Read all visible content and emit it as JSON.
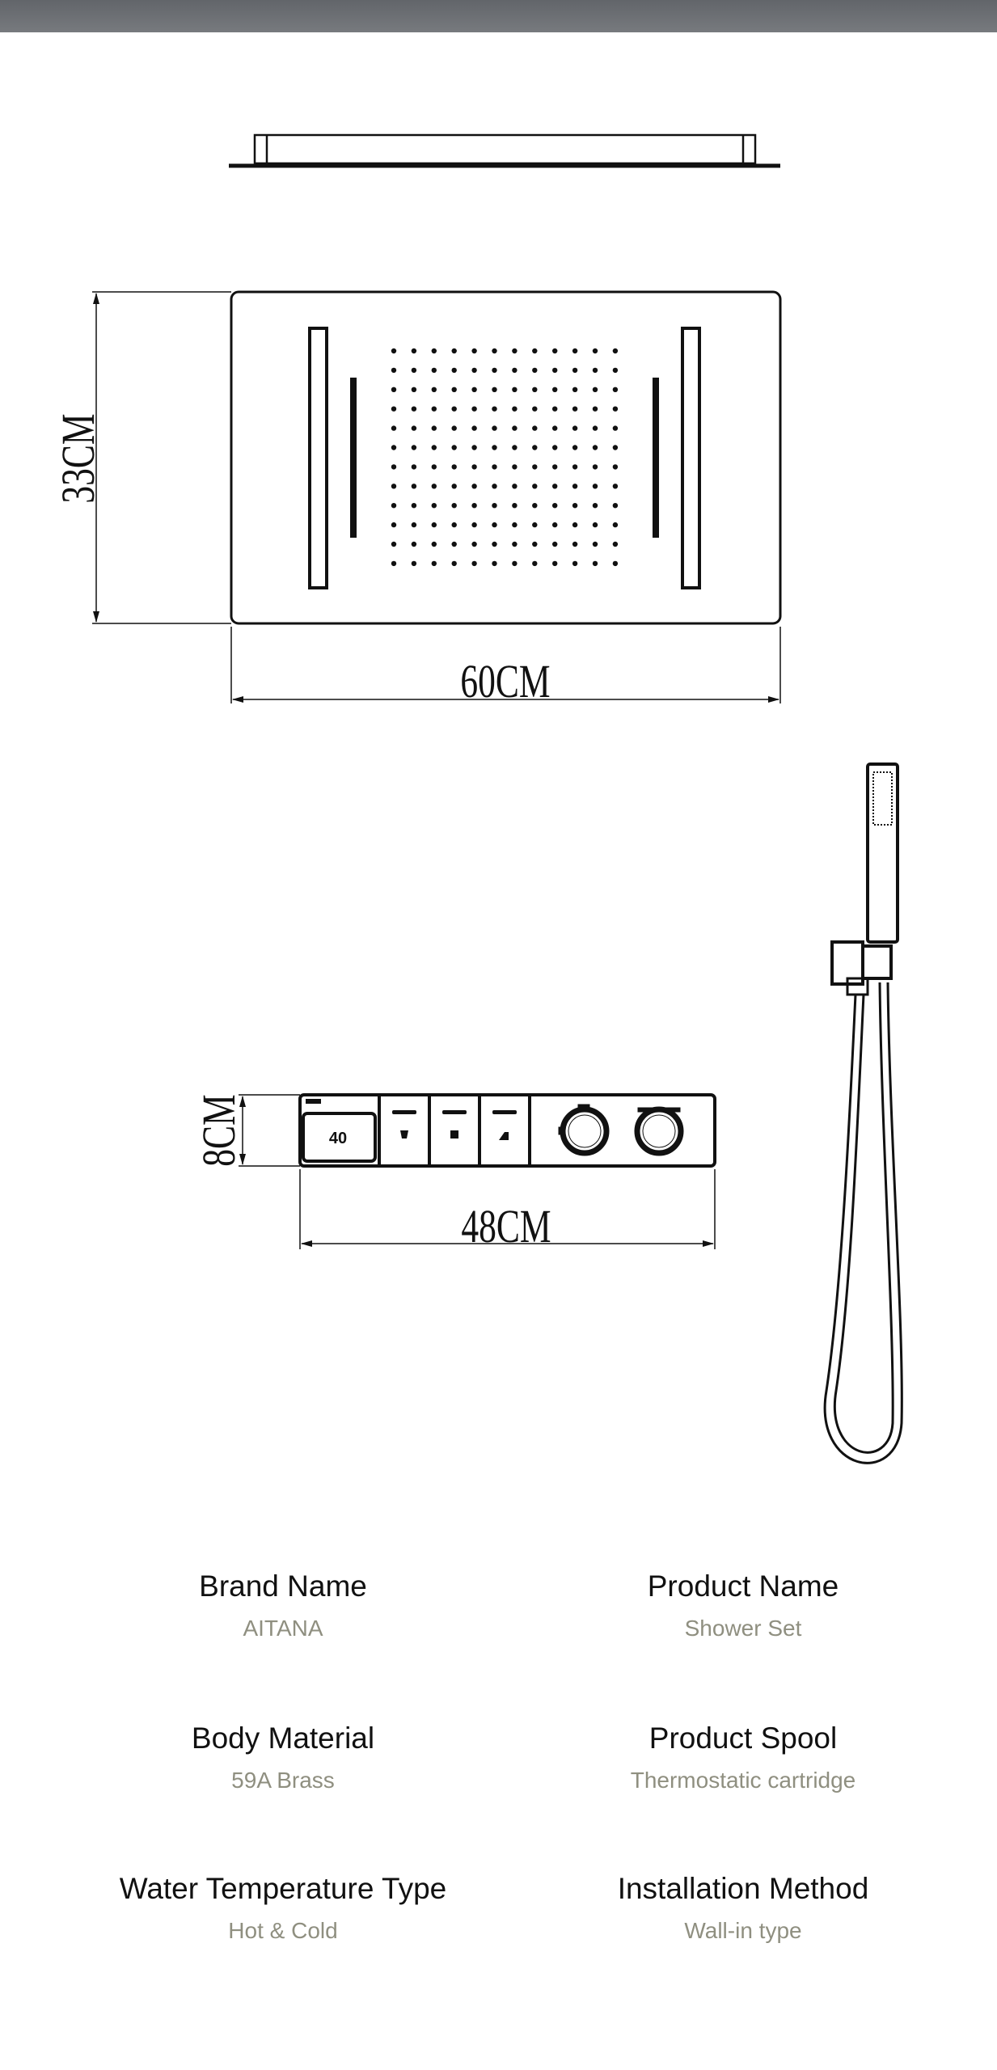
{
  "dimensions": {
    "rain_head_height": "33CM",
    "rain_head_width": "60CM",
    "panel_height": "8CM",
    "panel_width": "48CM"
  },
  "panel_display": "40",
  "specs": [
    {
      "label": "Brand Name",
      "value": "AITANA"
    },
    {
      "label": "Product Name",
      "value": "Shower Set"
    },
    {
      "label": "Body Material",
      "value": "59A Brass"
    },
    {
      "label": "Product Spool",
      "value": "Thermostatic cartridge"
    },
    {
      "label": "Water Temperature Type",
      "value": "Hot & Cold"
    },
    {
      "label": "Installation Method",
      "value": "Wall-in type"
    }
  ],
  "colors": {
    "topbar": "#6b6e72",
    "value_text": "#8f8f80",
    "line": "#111111"
  }
}
